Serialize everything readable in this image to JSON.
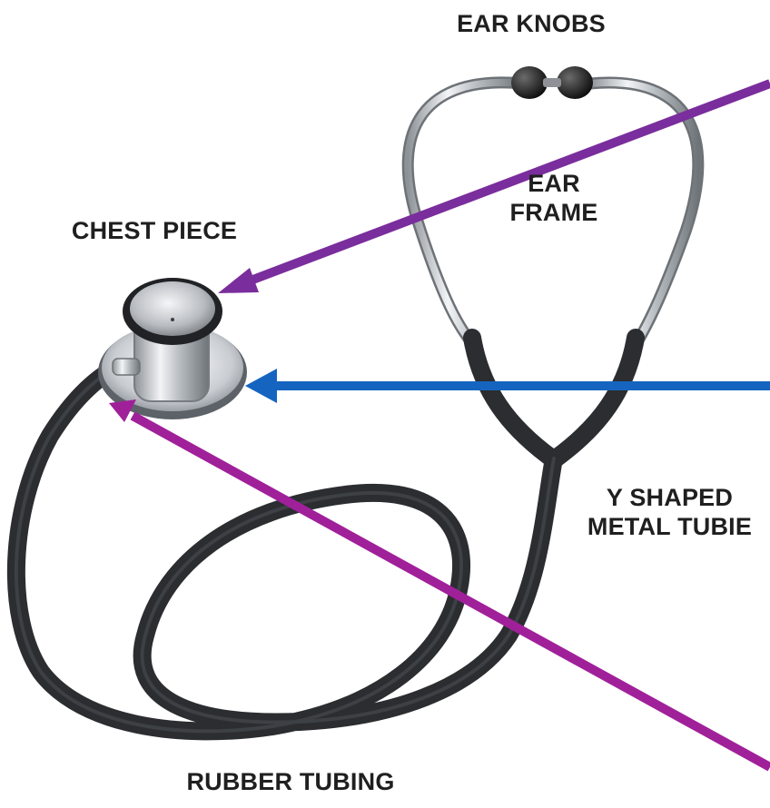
{
  "labels": {
    "ear_knobs": "EAR KNOBS",
    "chest_piece": "CHEST PIECE",
    "ear_frame": "EAR\nFRAME",
    "y_shaped_metal_tube": "Y SHAPED\nMETAL TUBIE",
    "rubber_tubing": "RUBBER TUBING"
  },
  "colors": {
    "arrow_purple": "#7a2d9c",
    "arrow_blue": "#1565c0",
    "arrow_magenta": "#a0209a",
    "tubing": "#2b2d30",
    "metal": "#c8ccd0"
  }
}
